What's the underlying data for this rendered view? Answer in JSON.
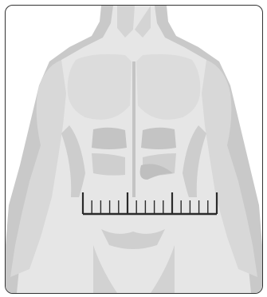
{
  "figure": {
    "subject": "torso-illustration",
    "measurement_tool": "measuring-tape-icon"
  },
  "colors": {
    "background": "#ffffff",
    "frame_border": "#333333",
    "silhouette_shadow": "#c9c9c9",
    "body_fill": "#e6e6e6",
    "muscle_shading": "#c4c4c4",
    "tape_stroke": "#2a2a2a"
  },
  "tape": {
    "major_ticks": 4,
    "minor_ticks_between": 4
  }
}
